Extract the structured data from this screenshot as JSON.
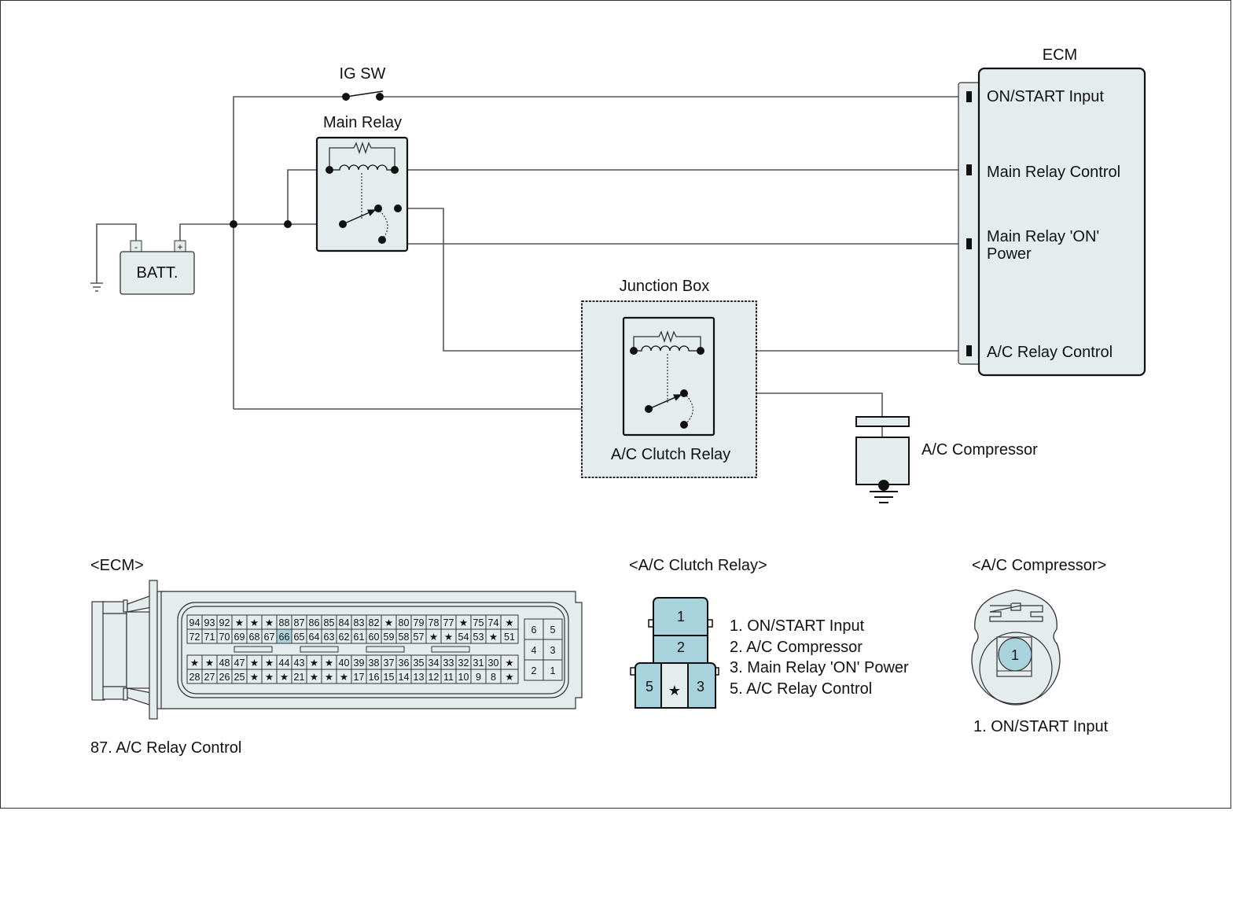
{
  "schematic": {
    "ig_switch_label": "IG SW",
    "main_relay_label": "Main Relay",
    "battery_label": "BATT.",
    "battery_neg": "-",
    "battery_pos": "+",
    "junction_box_label": "Junction Box",
    "ac_clutch_relay_label": "A/C Clutch Relay",
    "ac_compressor_label": "A/C Compressor",
    "ecm": {
      "title": "ECM",
      "pins": [
        {
          "label_line1": "ON/START Input",
          "label_line2": ""
        },
        {
          "label_line1": "Main Relay Control",
          "label_line2": ""
        },
        {
          "label_line1": "Main Relay 'ON'",
          "label_line2": "Power"
        },
        {
          "label_line1": "A/C Relay Control",
          "label_line2": ""
        }
      ]
    }
  },
  "connectors": {
    "ecm": {
      "title": "<ECM>",
      "highlight_color": "#a9d3dc",
      "highlighted_pin": "66",
      "row1": [
        "94",
        "93",
        "92",
        "★",
        "★",
        "★",
        "88",
        "87",
        "86",
        "85",
        "84",
        "83",
        "82",
        "★",
        "80",
        "79",
        "78",
        "77",
        "★",
        "75",
        "74",
        "★"
      ],
      "row2": [
        "72",
        "71",
        "70",
        "69",
        "68",
        "67",
        "66",
        "65",
        "64",
        "63",
        "62",
        "61",
        "60",
        "59",
        "58",
        "57",
        "★",
        "★",
        "54",
        "53",
        "★",
        "51"
      ],
      "row3": [
        "★",
        "★",
        "48",
        "47",
        "★",
        "★",
        "44",
        "43",
        "★",
        "★",
        "40",
        "39",
        "38",
        "37",
        "36",
        "35",
        "34",
        "33",
        "32",
        "31",
        "30",
        "★"
      ],
      "row4": [
        "28",
        "27",
        "26",
        "25",
        "★",
        "★",
        "★",
        "21",
        "★",
        "★",
        "★",
        "17",
        "16",
        "15",
        "14",
        "13",
        "12",
        "11",
        "10",
        "9",
        "8",
        "★"
      ],
      "small_block": [
        [
          "6",
          "5"
        ],
        [
          "4",
          "3"
        ],
        [
          "2",
          "1"
        ]
      ],
      "note": "87. A/C Relay Control"
    },
    "ac_clutch_relay": {
      "title": "<A/C Clutch Relay>",
      "pins": {
        "p1": "1",
        "p2": "2",
        "p5": "5",
        "pstar": "★",
        "p3": "3"
      },
      "legend": [
        "1. ON/START Input",
        "2. A/C Compressor",
        "3. Main Relay 'ON' Power",
        "5. A/C Relay Control"
      ]
    },
    "ac_compressor": {
      "title": "<A/C Compressor>",
      "pin": "1",
      "legend": [
        "1. ON/START Input"
      ]
    }
  },
  "colors": {
    "panel_fill": "#e4ecee",
    "pin_fill": "#a9d3dc",
    "wire": "#555555"
  }
}
